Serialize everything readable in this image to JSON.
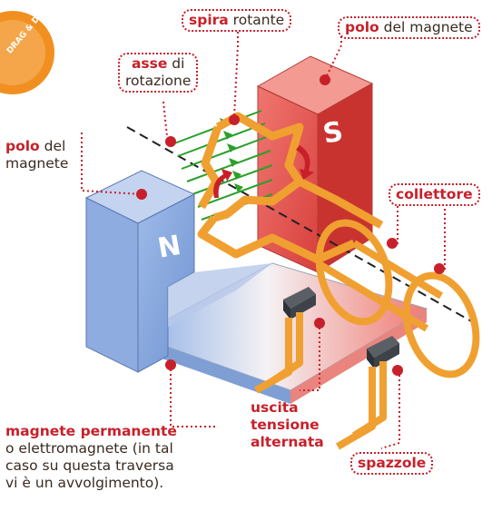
{
  "labels": {
    "rotating_coil": {
      "highlight": "spira",
      "rest": " rotante"
    },
    "magnet_pole_right": {
      "highlight": "polo",
      "rest": " del magnete"
    },
    "axis": {
      "highlight": "asse",
      "rest": " di",
      "line2": "rotazione"
    },
    "magnet_pole_left": {
      "highlight": "polo",
      "rest": " del",
      "line2": "magnete"
    },
    "commutator": {
      "highlight": "collettore"
    },
    "output": {
      "line1": "uscita",
      "line2": "tensione",
      "line3": "alternata"
    },
    "brushes": {
      "highlight": "spazzole"
    },
    "permanent_magnet": {
      "highlight": "magnete permanente",
      "line2": "o elettromagnete (in tal",
      "line3": "caso su questa traversa",
      "line4": "vi è un avvolgimento)."
    }
  },
  "poles": {
    "north": "N",
    "south": "S"
  },
  "badge": {
    "text": "DRAG & DROP"
  },
  "colors": {
    "accent": "#c8202a",
    "copper": "#f0a030",
    "north": "#7aa2dc",
    "south": "#e2504a",
    "field": "#2aa02a"
  }
}
